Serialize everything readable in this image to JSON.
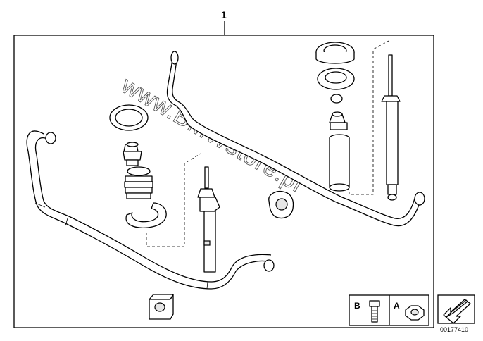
{
  "diagram": {
    "callout_main": "1",
    "label_b": "B",
    "label_a": "A",
    "diagram_number": "00177410",
    "watermark": "www.BMWstore.pl"
  },
  "icons": [
    "stabilizer-bar-icon",
    "shock-absorber-icon",
    "coil-spring-seat-icon",
    "bolt-icon",
    "nut-icon",
    "arrow-icon"
  ]
}
